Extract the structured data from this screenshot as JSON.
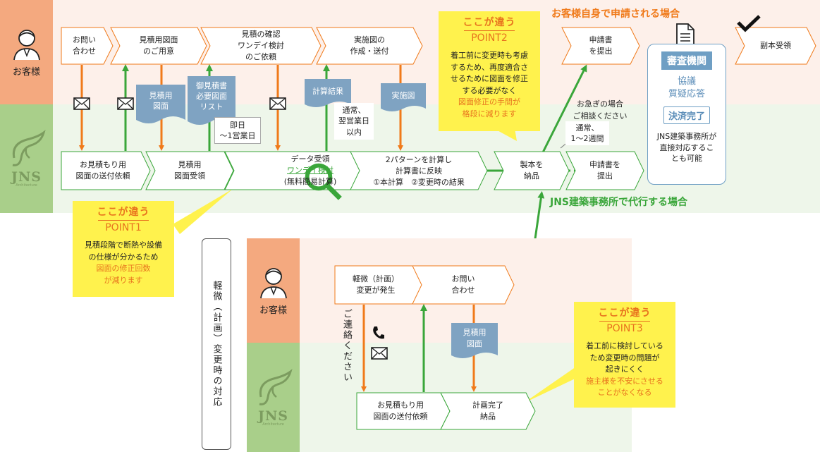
{
  "lanes": {
    "customer": "お客様",
    "jns": "JNS",
    "jns_sub": "Architecture"
  },
  "top_steps": {
    "inquiry": "お問い\n合わせ",
    "prepare": "見積用図面\nのご用意",
    "confirm": "見積の確認\nワンデイ検討\nのご依頼",
    "drawings": "実施図の\n作成・送付",
    "submit_self": "申請書\nを提出",
    "copy_receipt": "副本受領",
    "send_request": "お見積もり用\n図面の送付依頼",
    "receive": "見積用\n図面受領",
    "data_receive": "データ受領",
    "oneday": "ワンデイ検討",
    "simple_calc": "(無料簡易計算)",
    "calc_line1": "2パターンを計算し",
    "calc_line2": "計算書に反映",
    "calc_line3": "①本計算　②変更時の結果",
    "bind": "製本を\n納品",
    "submit_jns": "申請書を\n提出"
  },
  "docs": {
    "drawing": "見積用\n図面",
    "estimate": "御見積書\n必要図面\nリスト",
    "calc": "計算結果",
    "impl": "実施図",
    "drawing2": "見積用\n図面"
  },
  "notes": {
    "sameday": "即日\n～1営業日",
    "normal_next": "通常、\n翌営業日\n以内",
    "normal_weeks": "通常、\n1～2週間",
    "hurry": "お急ぎの場合\nご相談ください"
  },
  "labels": {
    "self_apply": "お客様自身で申請される場合",
    "jns_apply": "JNS建築事務所で代行する場合",
    "minor_title": "軽微（計画）変更時の対応",
    "contact": "ご連絡ください"
  },
  "review": {
    "title": "審査機関",
    "line1": "協議",
    "line2": "質疑応答",
    "done": "決済完了",
    "note": "JNS建築事務所が\n直接対応するこ\nとも可能"
  },
  "points": {
    "p1": {
      "head": "ここが違う",
      "num": "POINT1",
      "body": "見積段階で断熱や設備\nの仕様が分かるため",
      "hl": "図面の修正回数\nが減ります"
    },
    "p2": {
      "head": "ここが違う",
      "num": "POINT2",
      "body": "着工前に変更時も考慮\nするため、再度適合さ\nせるために図面を修正\nする必要がなく",
      "hl": "図面修正の手間が\n格段に減ります"
    },
    "p3": {
      "head": "ここが違う",
      "num": "POINT3",
      "body": "着工前に検討している\nため変更時の問題が\n起きにくく",
      "hl": "施主様を不安にさせる\nことがなくなる"
    }
  },
  "bottom_steps": {
    "minor_change": "軽微（計画）\n変更が発生",
    "inquiry": "お問い\n合わせ",
    "send_request": "お見積もり用\n図面の送付依頼",
    "complete": "計画完了\n納品"
  },
  "colors": {
    "orange": "#f07a1a",
    "green": "#3aa63a",
    "cust_lane": "#f4a97f",
    "jns_lane": "#a9cf8a",
    "cust_bg": "#fdf0ea",
    "jns_bg": "#eef6ea",
    "doc_blue": "#7fa3c2",
    "yellow": "#fff24d"
  },
  "icons": [
    "person-icon",
    "mail-icon",
    "search-icon",
    "phone-icon",
    "check-icon",
    "document-icon",
    "jns-logo"
  ]
}
